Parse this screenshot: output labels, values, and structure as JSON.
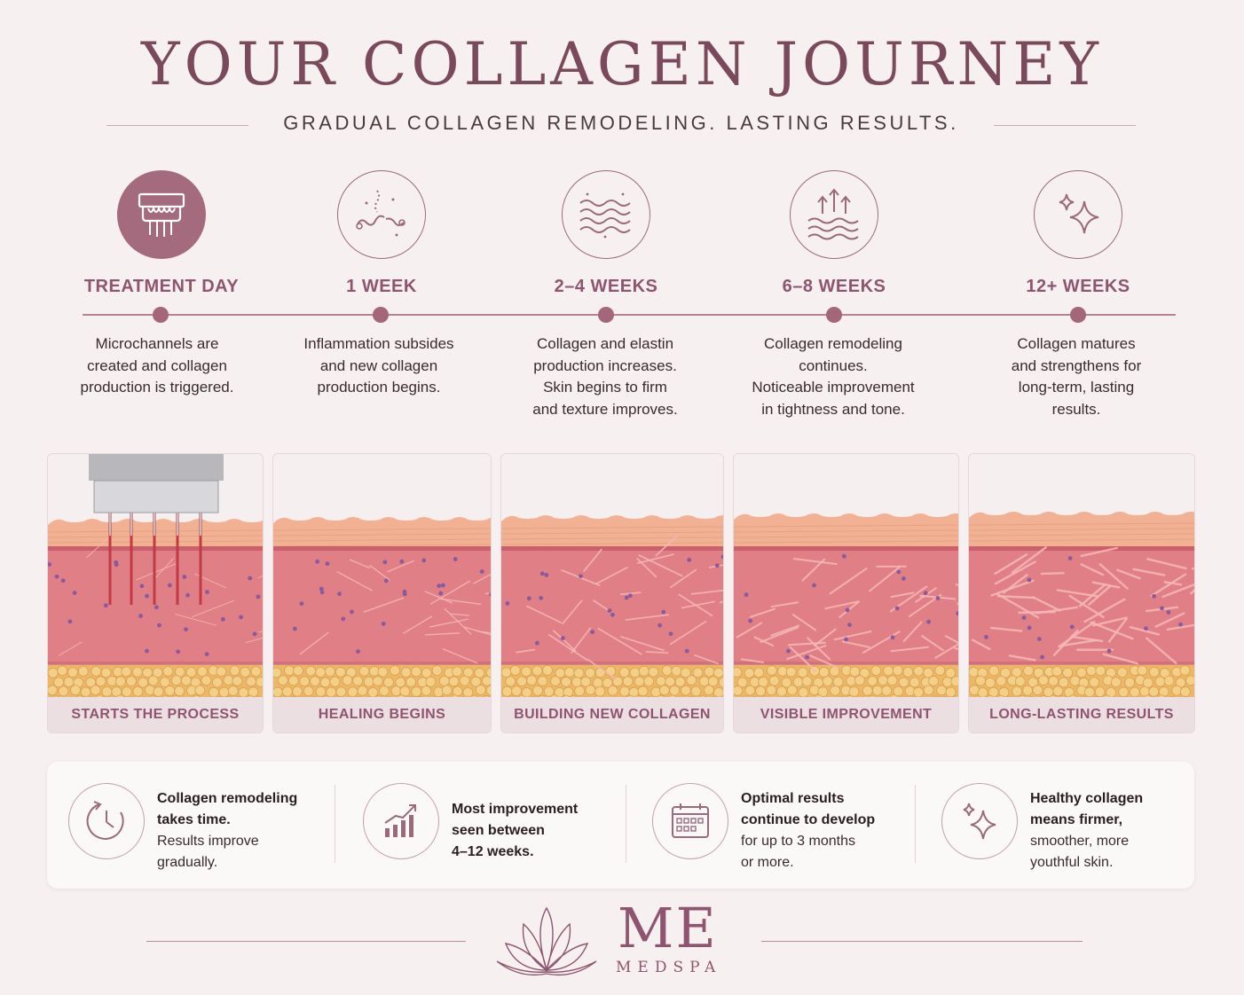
{
  "header": {
    "title": "YOUR COLLAGEN JOURNEY",
    "subtitle": "GRADUAL COLLAGEN REMODELING. LASTING RESULTS."
  },
  "stages": [
    {
      "label": "TREATMENT DAY",
      "icon": "microneedle-device-icon",
      "desc": [
        "Microchannels are",
        "created and collagen",
        "production is triggered."
      ]
    },
    {
      "label": "1 WEEK",
      "icon": "healing-strands-icon",
      "desc": [
        "Inflammation subsides",
        "and new collagen",
        "production begins."
      ]
    },
    {
      "label": "2–4 WEEKS",
      "icon": "wavy-fibers-icon",
      "desc": [
        "Collagen and elastin",
        "production increases.",
        "Skin begins to firm",
        "and texture improves."
      ]
    },
    {
      "label": "6–8 WEEKS",
      "icon": "lift-arrows-icon",
      "desc": [
        "Collagen remodeling",
        "continues.",
        "Noticeable improvement",
        "in tightness and tone."
      ]
    },
    {
      "label": "12+ WEEKS",
      "icon": "sparkle-icon",
      "desc": [
        "Collagen matures",
        "and strengthens for",
        "long-term, lasting",
        "results."
      ]
    }
  ],
  "panels": [
    {
      "caption": "STARTS THE PROCESS"
    },
    {
      "caption": "HEALING BEGINS"
    },
    {
      "caption": "BUILDING NEW COLLAGEN"
    },
    {
      "caption": "VISIBLE IMPROVEMENT"
    },
    {
      "caption": "LONG-LASTING RESULTS"
    }
  ],
  "info": [
    {
      "bold": [
        "Collagen remodeling",
        "takes time."
      ],
      "normal": [
        "Results improve",
        "gradually."
      ],
      "icon": "clock-icon"
    },
    {
      "bold": [
        "Most improvement",
        "seen between",
        "4–12 weeks."
      ],
      "normal": [],
      "icon": "growth-chart-icon"
    },
    {
      "bold": [
        "Optimal results",
        "continue to develop"
      ],
      "normal": [
        "for up to 3 months",
        "or more."
      ],
      "icon": "calendar-icon"
    },
    {
      "bold": [
        "Healthy collagen",
        "means firmer,"
      ],
      "normal": [
        "smoother, more",
        "youthful skin."
      ],
      "icon": "sparkle-icon"
    }
  ],
  "brand": {
    "mark": "ME",
    "sub": "MEDSPA"
  },
  "colors": {
    "accent": "#8e5470",
    "background": "#f6f1f0",
    "dermis": "#e58a90",
    "fat": "#f1c57a"
  }
}
